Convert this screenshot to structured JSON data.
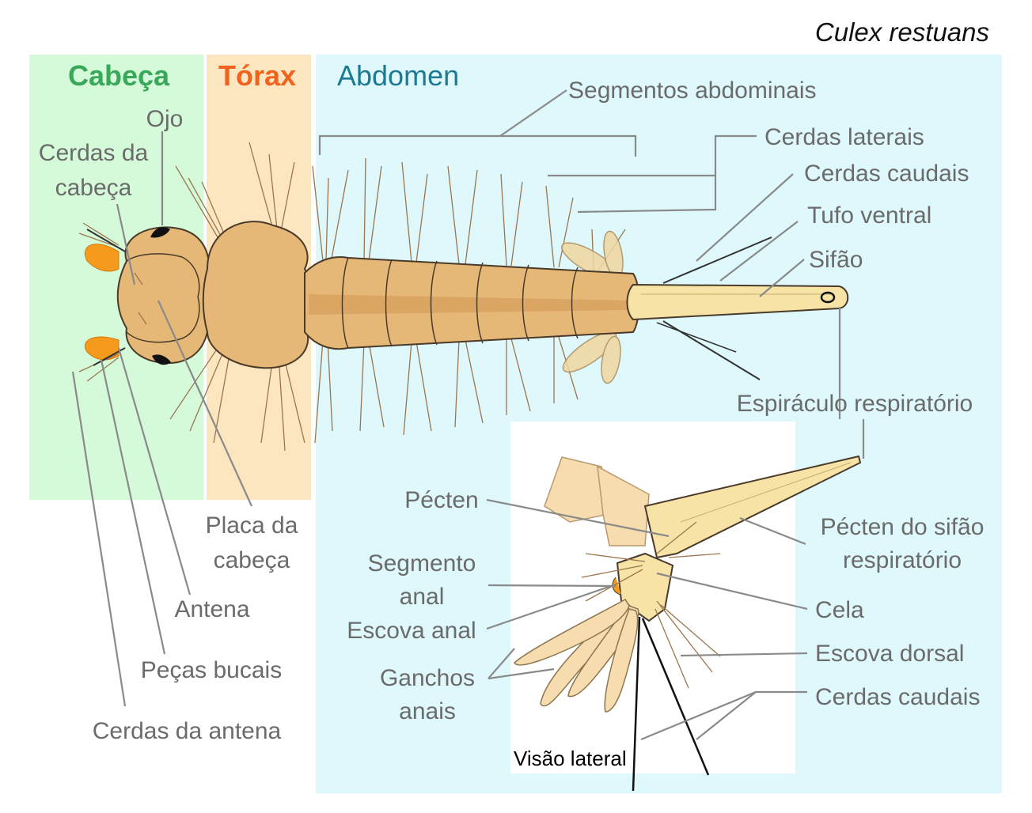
{
  "title": "Culex restuans",
  "zones": {
    "head": {
      "label": "Cabeça",
      "bg": "#d5fad9",
      "text_color": "#3aa85a"
    },
    "thorax": {
      "label": "Tórax",
      "bg": "#fbe6bf",
      "text_color": "#f0621e"
    },
    "abdomen": {
      "label": "Abdomen",
      "bg": "#dff8fc",
      "text_color": "#1b7b94"
    }
  },
  "labels": {
    "ojo": "Ojo",
    "head_setae_1": "Cerdas da",
    "head_setae_2": "cabeça",
    "head_plate_1": "Placa da",
    "head_plate_2": "cabeça",
    "antenna": "Antena",
    "mouthparts": "Peças bucais",
    "antenna_setae": "Cerdas da antena",
    "abdominal_segments": "Segmentos abdominais",
    "lateral_setae": "Cerdas laterais",
    "caudal_setae": "Cerdas caudais",
    "ventral_tuft": "Tufo ventral",
    "siphon": "Sifão",
    "spiracle": "Espiráculo respiratório",
    "pecten": "Pécten",
    "anal_segment_1": "Segmento",
    "anal_segment_2": "anal",
    "anal_brush": "Escova anal",
    "anal_hooks_1": "Ganchos",
    "anal_hooks_2": "anais",
    "siphon_pecten_1": "Pécten do sifão",
    "siphon_pecten_2": "respiratório",
    "saddle": "Cela",
    "dorsal_brush": "Escova dorsal",
    "caudal_setae_lateral": "Cerdas caudais",
    "lateral_view": "Visão lateral"
  },
  "colors": {
    "body": "#e6b877",
    "siphon": "#f7e3a6",
    "antenna_brush": "#f59a1c",
    "label": "#6b6b6b",
    "leader": "#8a8a8a"
  }
}
